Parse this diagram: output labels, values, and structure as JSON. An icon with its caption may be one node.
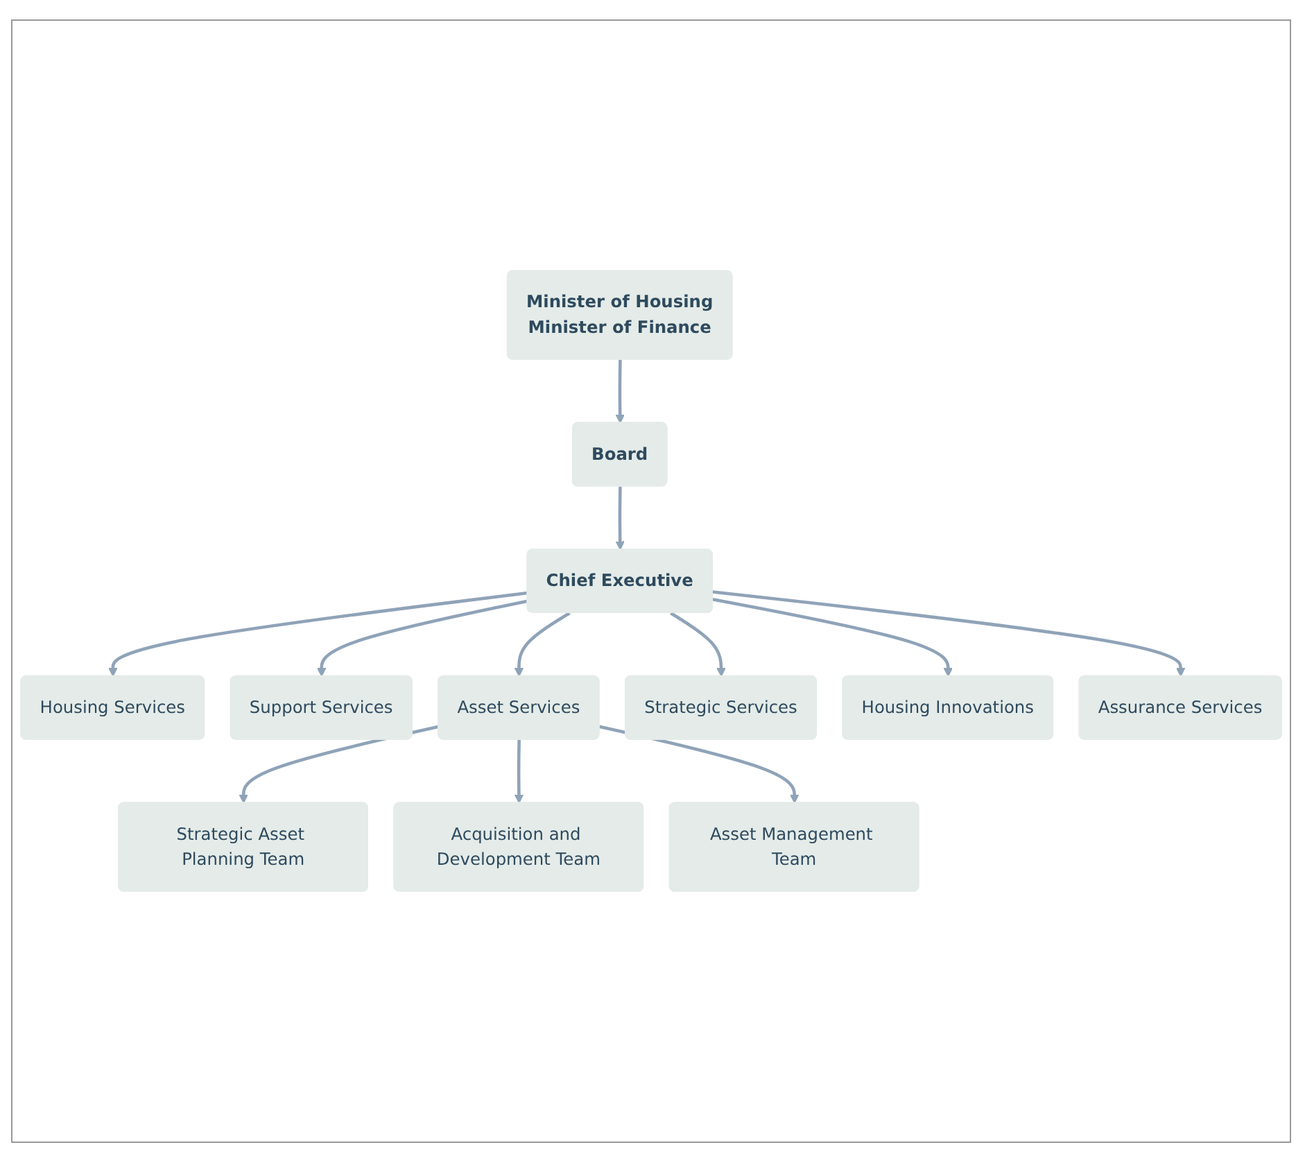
{
  "diagram": {
    "nodes": [
      {
        "text": [
          "Minister of Housing",
          "Minister of Finance"
        ]
      },
      {
        "text": [
          "Board"
        ]
      },
      {
        "text": [
          "Chief Executive"
        ]
      },
      {
        "text": [
          "Housing Services"
        ]
      },
      {
        "text": [
          "Support Services"
        ]
      },
      {
        "text": [
          "Asset Services"
        ]
      },
      {
        "text": [
          "Strategic Services"
        ]
      },
      {
        "text": [
          "Housing Innovations"
        ]
      },
      {
        "text": [
          "Assurance Services"
        ]
      },
      {
        "text": [
          "Strategic Asset Planning Team"
        ]
      },
      {
        "text": [
          "Acquisition and Development Team"
        ]
      },
      {
        "text": [
          "Asset Management Team"
        ]
      }
    ],
    "edges": [
      {
        "from": 0,
        "to": 1,
        "arrow": "to"
      },
      {
        "from": 1,
        "to": 2,
        "arrow": "to"
      },
      {
        "from": 2,
        "to": 3,
        "arrow": "to"
      },
      {
        "from": 2,
        "to": 4,
        "arrow": "to"
      },
      {
        "from": 2,
        "to": 5,
        "arrow": "to"
      },
      {
        "from": 2,
        "to": 6,
        "arrow": "to"
      },
      {
        "from": 2,
        "to": 7,
        "arrow": "to"
      },
      {
        "from": 2,
        "to": 8,
        "arrow": "to"
      },
      {
        "from": 5,
        "to": 9,
        "arrow": "to"
      },
      {
        "from": 5,
        "to": 10,
        "arrow": "to"
      },
      {
        "from": 5,
        "to": 11,
        "arrow": "to"
      }
    ]
  }
}
